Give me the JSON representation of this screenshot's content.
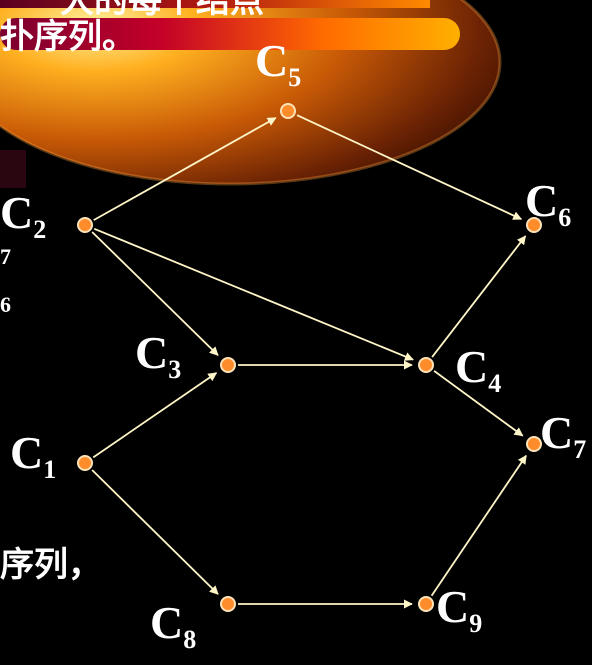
{
  "header": {
    "line1_fragment": "大的每个结点",
    "line2_fragment": "扑序列。"
  },
  "left_fragments": {
    "sub7": "7",
    "sub6": "6",
    "seq": "序列，"
  },
  "nodes": [
    {
      "id": "C1",
      "base": "C",
      "sub": "1"
    },
    {
      "id": "C2",
      "base": "C",
      "sub": "2"
    },
    {
      "id": "C3",
      "base": "C",
      "sub": "3"
    },
    {
      "id": "C4",
      "base": "C",
      "sub": "4"
    },
    {
      "id": "C5",
      "base": "C",
      "sub": "5"
    },
    {
      "id": "C6",
      "base": "C",
      "sub": "6"
    },
    {
      "id": "C7",
      "base": "C",
      "sub": "7"
    },
    {
      "id": "C8",
      "base": "C",
      "sub": "8"
    },
    {
      "id": "C9",
      "base": "C",
      "sub": "9"
    }
  ],
  "edges": [
    [
      "C2",
      "C5"
    ],
    [
      "C5",
      "C6"
    ],
    [
      "C2",
      "C3"
    ],
    [
      "C2",
      "C4"
    ],
    [
      "C3",
      "C4"
    ],
    [
      "C1",
      "C3"
    ],
    [
      "C1",
      "C8"
    ],
    [
      "C8",
      "C9"
    ],
    [
      "C4",
      "C6"
    ],
    [
      "C4",
      "C7"
    ],
    [
      "C9",
      "C7"
    ]
  ],
  "colors": {
    "background": "#000000",
    "node_fill": "#ff8c2a",
    "node_stroke": "#ffe2b8",
    "edge": "#fff6c8",
    "label": "#ffffff"
  }
}
